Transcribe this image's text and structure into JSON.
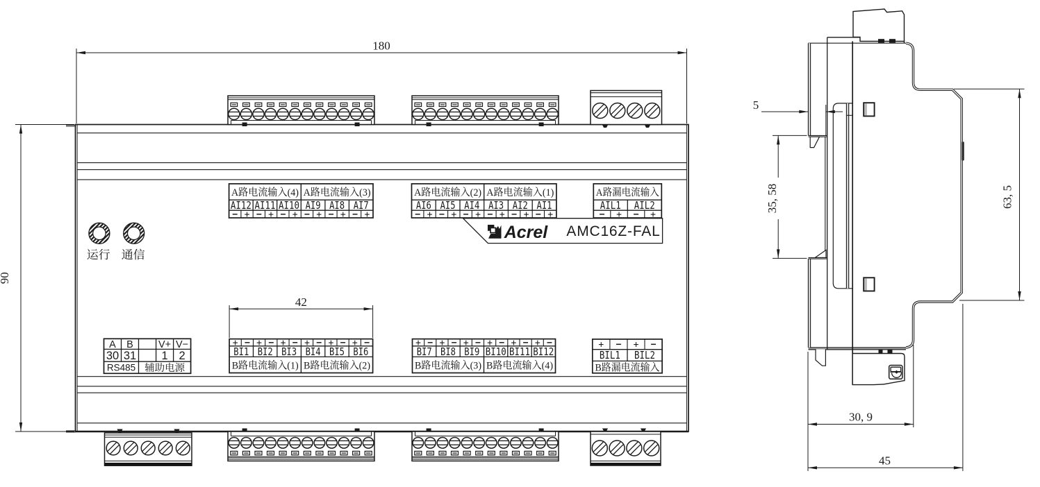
{
  "colors": {
    "line": "#1b1b1b",
    "background": "#ffffff",
    "fill_dark": "#111111"
  },
  "front_view": {
    "dimensions": {
      "width": "180",
      "height": "90",
      "group_width": "42"
    },
    "status_leds": [
      {
        "label": "运行"
      },
      {
        "label": "通信"
      }
    ],
    "brand": {
      "name": "Acrel",
      "model": "AMC16Z-FAL"
    },
    "terminal_tables": {
      "a4_a3": {
        "headers": [
          "A路电流输入(4)",
          "A路电流输入(3)"
        ],
        "channels": [
          "AI12",
          "AI11",
          "AI10",
          "AI9",
          "AI8",
          "AI7"
        ],
        "signs": [
          "−",
          "+",
          "−",
          "+",
          "−",
          "+",
          "−",
          "+",
          "−",
          "+",
          "−",
          "+"
        ]
      },
      "a2_a1": {
        "headers": [
          "A路电流输入(2)",
          "A路电流输入(1)"
        ],
        "channels": [
          "AI6",
          "AI5",
          "AI4",
          "AI3",
          "AI2",
          "AI1"
        ],
        "signs": [
          "−",
          "+",
          "−",
          "+",
          "−",
          "+",
          "−",
          "+",
          "−",
          "+",
          "−",
          "+"
        ]
      },
      "a_leak": {
        "headers": [
          "A路漏电流输入"
        ],
        "channels": [
          "AIL1",
          "AIL2"
        ],
        "signs": [
          "−",
          "+",
          "−",
          "+"
        ]
      },
      "b1_b2": {
        "headers": [
          "B路电流输入(1)",
          "B路电流输入(2)"
        ],
        "channels": [
          "BI1",
          "BI2",
          "BI3",
          "BI4",
          "BI5",
          "BI6"
        ],
        "signs": [
          "+",
          "−",
          "+",
          "−",
          "+",
          "−",
          "+",
          "−",
          "+",
          "−",
          "+",
          "−"
        ]
      },
      "b3_b4": {
        "headers": [
          "B路电流输入(3)",
          "B路电流输入(4)"
        ],
        "channels": [
          "BI7",
          "BI8",
          "BI9",
          "BI10",
          "BI11",
          "BI12"
        ],
        "signs": [
          "+",
          "−",
          "+",
          "−",
          "+",
          "−",
          "+",
          "−",
          "+",
          "−",
          "+",
          "−"
        ]
      },
      "b_leak": {
        "headers": [
          "B路漏电流输入"
        ],
        "channels": [
          "BIL1",
          "BIL2"
        ],
        "signs": [
          "+",
          "−",
          "+",
          "−"
        ]
      }
    },
    "comm_power_table": {
      "signals": [
        "A",
        "B",
        "",
        "V+",
        "V−"
      ],
      "terminals": [
        "30",
        "31",
        "",
        "1",
        "2"
      ],
      "groups": [
        "RS485",
        "辅助电源"
      ]
    }
  },
  "side_view": {
    "dimensions": {
      "din_offset": "5",
      "rail_opening": "35, 58",
      "rear_height": "63, 5",
      "body_depth": "30, 9",
      "total_depth": "45"
    }
  }
}
